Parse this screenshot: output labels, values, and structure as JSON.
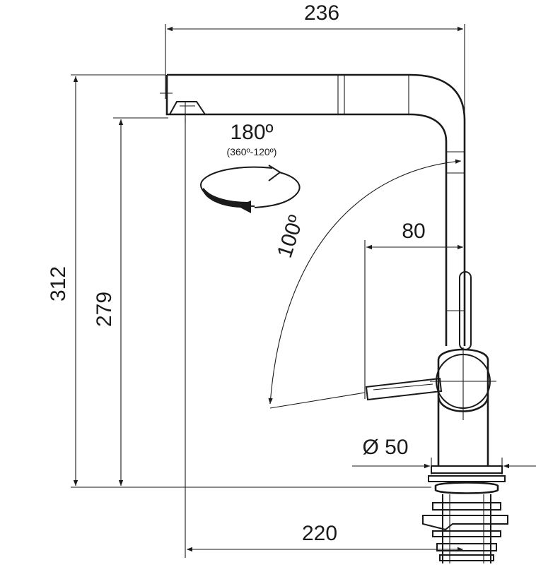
{
  "dimensions": {
    "top_width": "236",
    "total_height": "312",
    "spout_height": "279",
    "reach": "220",
    "lever_offset": "80",
    "base_diameter": "Ø 50"
  },
  "rotation": {
    "swivel": "180º",
    "swivel_range": "(360º-120º)",
    "lever_angle": "100º"
  }
}
